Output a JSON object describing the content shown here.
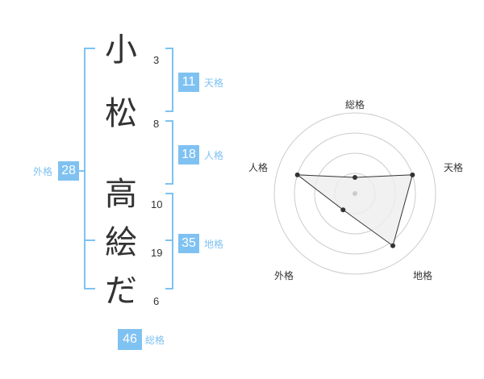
{
  "characters": [
    {
      "char": "小",
      "strokes": "3"
    },
    {
      "char": "松",
      "strokes": "8"
    },
    {
      "char": "高",
      "strokes": "10"
    },
    {
      "char": "絵",
      "strokes": "19"
    },
    {
      "char": "だ",
      "strokes": "6"
    }
  ],
  "kaku": {
    "tenkaku": {
      "value": "11",
      "label": "天格"
    },
    "jinkaku": {
      "value": "18",
      "label": "人格"
    },
    "chikaku": {
      "value": "35",
      "label": "地格"
    },
    "gaikaku": {
      "value": "28",
      "label": "外格"
    },
    "soukaku": {
      "value": "46",
      "label": "総格"
    }
  },
  "colors": {
    "accent": "#7fc2f2",
    "text": "#333333",
    "grid": "#cccccc",
    "polygon_fill": "#eeeeee"
  },
  "chart_data": {
    "type": "radar",
    "axes": [
      "総格",
      "天格",
      "地格",
      "外格",
      "人格"
    ],
    "values": [
      0.2,
      0.75,
      0.8,
      0.25,
      0.75
    ],
    "max": 1,
    "rings": 4
  }
}
